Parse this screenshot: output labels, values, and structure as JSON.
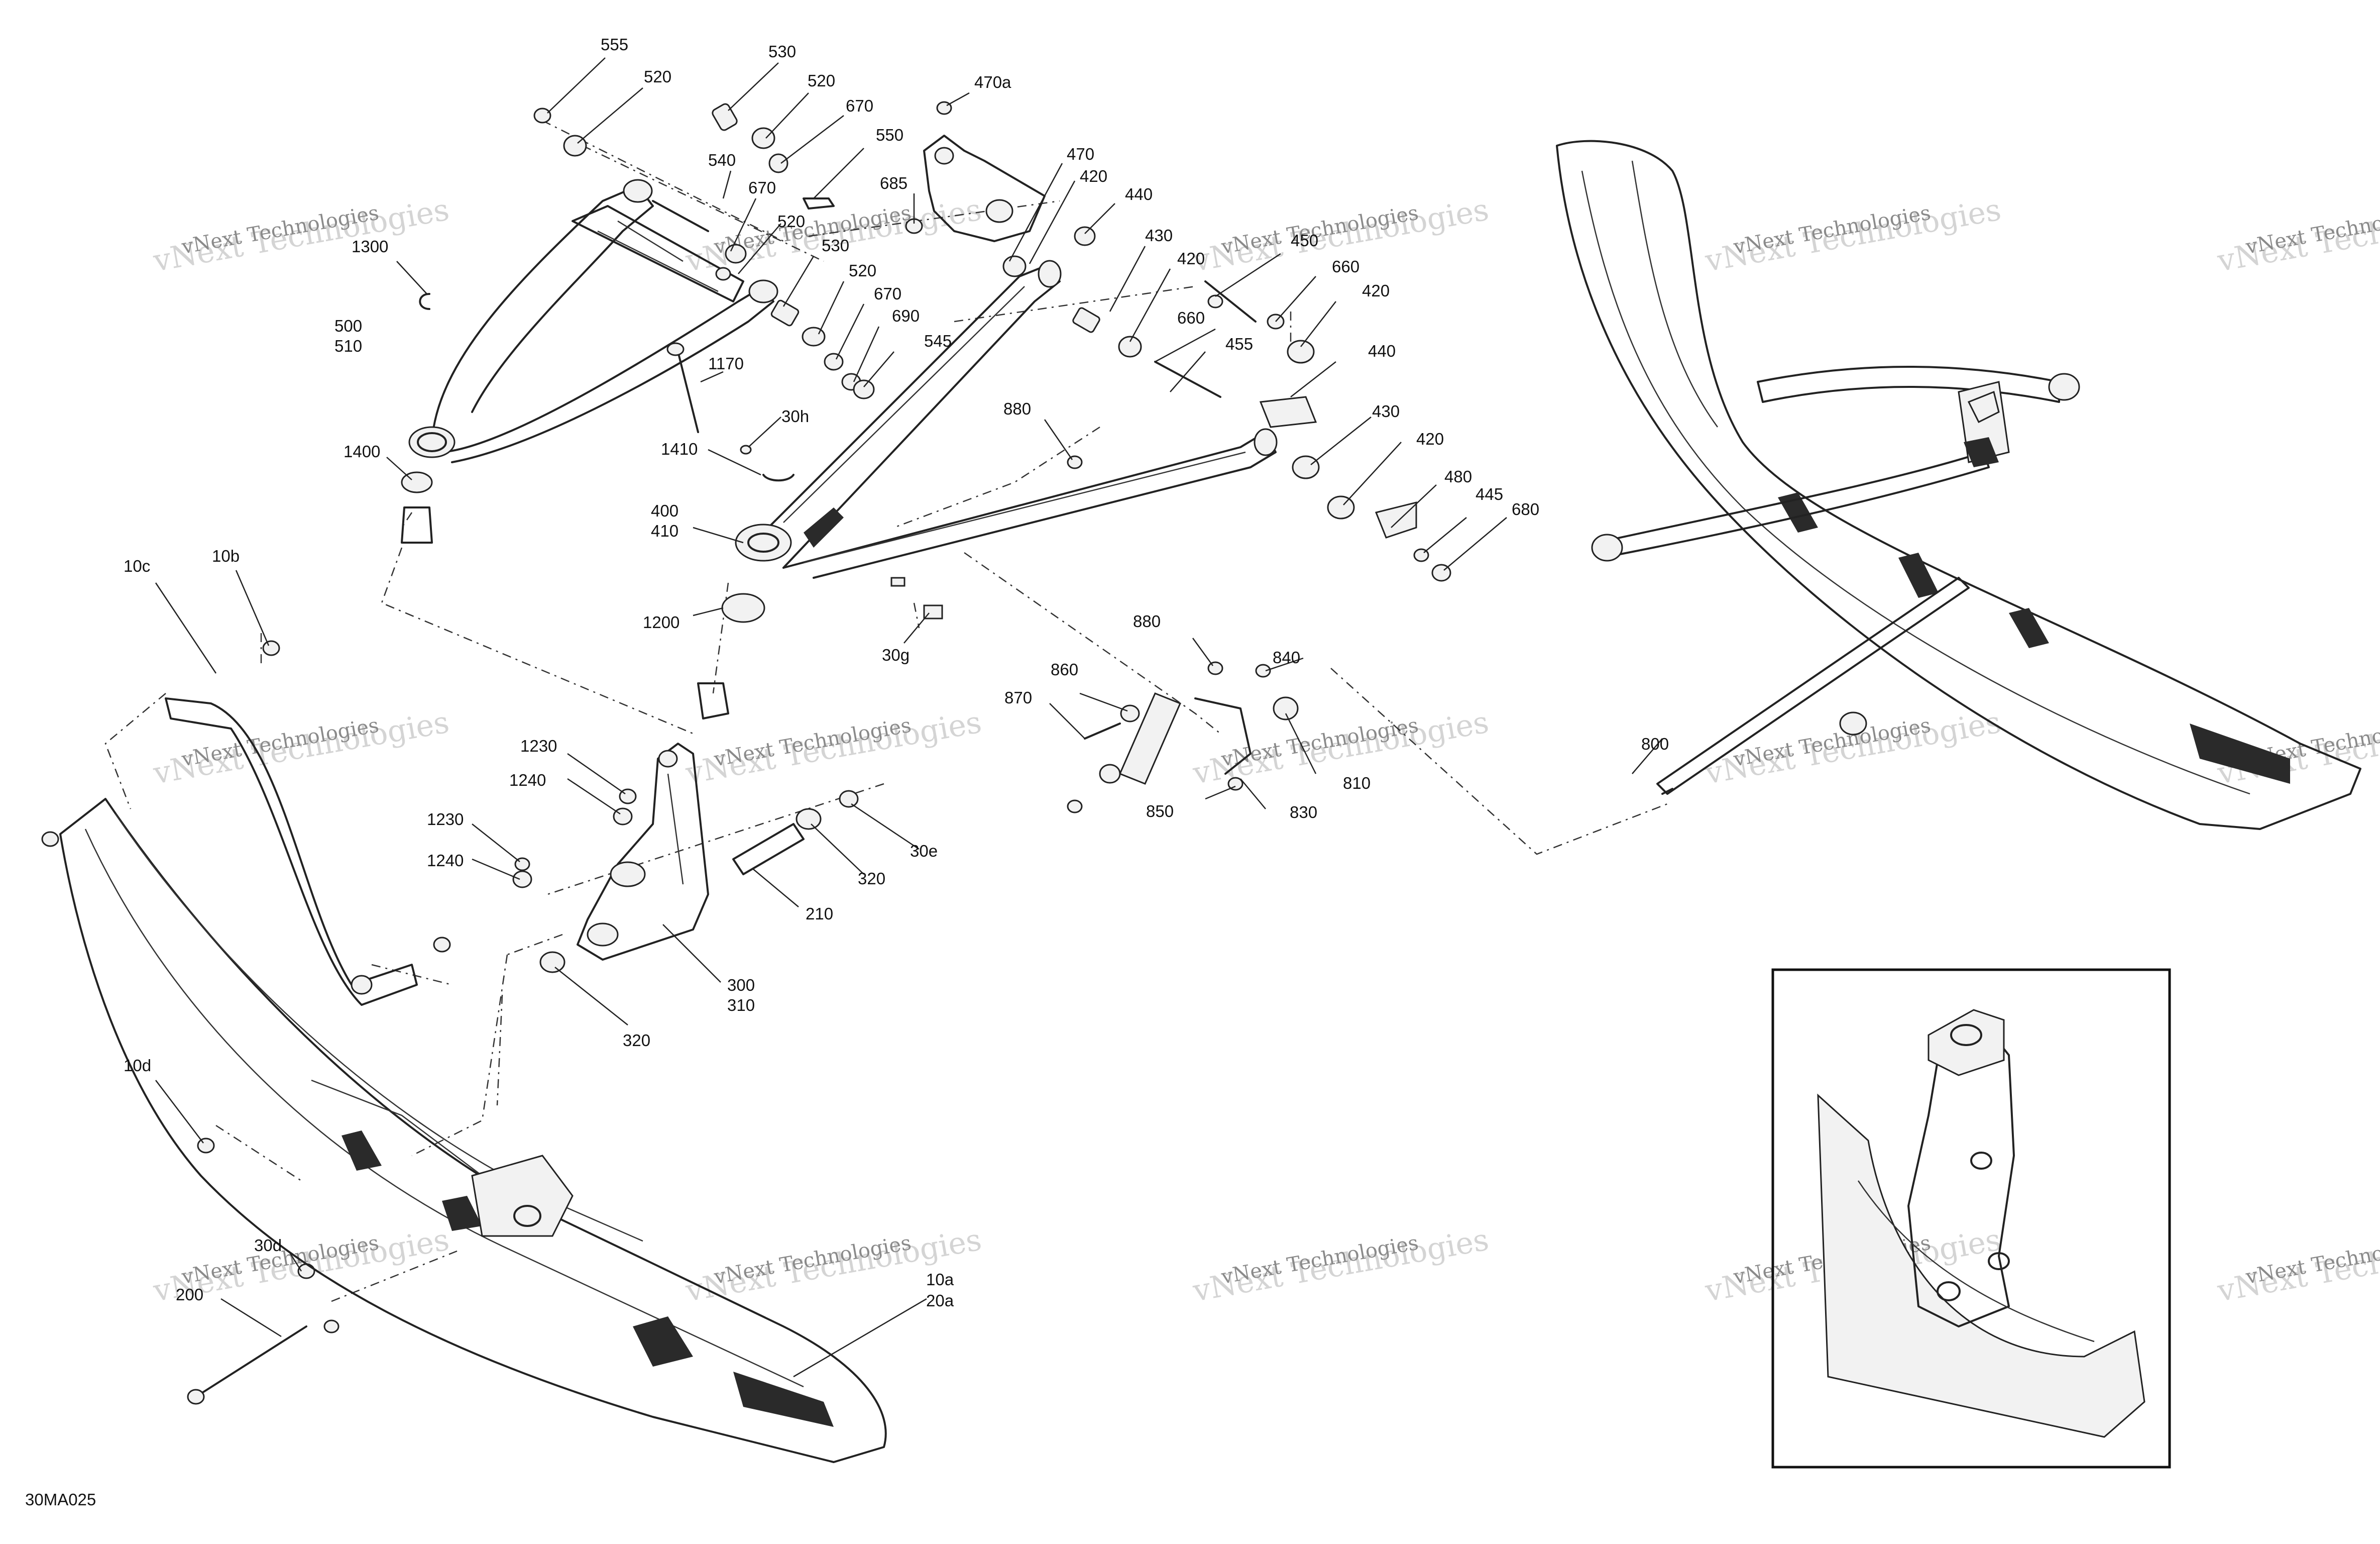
{
  "diagram_code": "30MA025",
  "watermark": {
    "line1": "vNext Technologies",
    "line2": "vNext Technologies"
  },
  "callouts": [
    {
      "id": "c555",
      "text": "555"
    },
    {
      "id": "c530a",
      "text": "530"
    },
    {
      "id": "c520a",
      "text": "520"
    },
    {
      "id": "c520b",
      "text": "520"
    },
    {
      "id": "c670a",
      "text": "670"
    },
    {
      "id": "c550",
      "text": "550"
    },
    {
      "id": "c470a",
      "text": "470a"
    },
    {
      "id": "c470",
      "text": "470"
    },
    {
      "id": "c540",
      "text": "540"
    },
    {
      "id": "c670b",
      "text": "670"
    },
    {
      "id": "c520c",
      "text": "520"
    },
    {
      "id": "c530b",
      "text": "530"
    },
    {
      "id": "c685",
      "text": "685"
    },
    {
      "id": "c420a",
      "text": "420"
    },
    {
      "id": "c440a",
      "text": "440"
    },
    {
      "id": "c430a",
      "text": "430"
    },
    {
      "id": "c450",
      "text": "450"
    },
    {
      "id": "c660a",
      "text": "660"
    },
    {
      "id": "c420b",
      "text": "420"
    },
    {
      "id": "c420c",
      "text": "420"
    },
    {
      "id": "c1300",
      "text": "1300"
    },
    {
      "id": "c520d",
      "text": "520"
    },
    {
      "id": "c670c",
      "text": "670"
    },
    {
      "id": "c690",
      "text": "690"
    },
    {
      "id": "c545",
      "text": "545"
    },
    {
      "id": "c660b",
      "text": "660"
    },
    {
      "id": "c455",
      "text": "455"
    },
    {
      "id": "c500",
      "text": "500"
    },
    {
      "id": "c510",
      "text": "510"
    },
    {
      "id": "c1170",
      "text": "1170"
    },
    {
      "id": "c440b",
      "text": "440"
    },
    {
      "id": "c30h",
      "text": "30h"
    },
    {
      "id": "c880a",
      "text": "880"
    },
    {
      "id": "c430b",
      "text": "430"
    },
    {
      "id": "c1410",
      "text": "1410"
    },
    {
      "id": "c1400",
      "text": "1400"
    },
    {
      "id": "c420d",
      "text": "420"
    },
    {
      "id": "c480",
      "text": "480"
    },
    {
      "id": "c445",
      "text": "445"
    },
    {
      "id": "c680",
      "text": "680"
    },
    {
      "id": "c400",
      "text": "400"
    },
    {
      "id": "c410",
      "text": "410"
    },
    {
      "id": "c10c",
      "text": "10c"
    },
    {
      "id": "c10b",
      "text": "10b"
    },
    {
      "id": "c1200",
      "text": "1200"
    },
    {
      "id": "c30g",
      "text": "30g"
    },
    {
      "id": "c880b",
      "text": "880"
    },
    {
      "id": "c840",
      "text": "840"
    },
    {
      "id": "c860",
      "text": "860"
    },
    {
      "id": "c870",
      "text": "870"
    },
    {
      "id": "c800",
      "text": "800"
    },
    {
      "id": "c1230a",
      "text": "1230"
    },
    {
      "id": "c1240a",
      "text": "1240"
    },
    {
      "id": "c810",
      "text": "810"
    },
    {
      "id": "c850",
      "text": "850"
    },
    {
      "id": "c830",
      "text": "830"
    },
    {
      "id": "c1230b",
      "text": "1230"
    },
    {
      "id": "c1240b",
      "text": "1240"
    },
    {
      "id": "c30e",
      "text": "30e"
    },
    {
      "id": "c320a",
      "text": "320"
    },
    {
      "id": "c210",
      "text": "210"
    },
    {
      "id": "c300",
      "text": "300"
    },
    {
      "id": "c310",
      "text": "310"
    },
    {
      "id": "c320b",
      "text": "320"
    },
    {
      "id": "c10d",
      "text": "10d"
    },
    {
      "id": "c30d",
      "text": "30d"
    },
    {
      "id": "c200",
      "text": "200"
    },
    {
      "id": "c10a",
      "text": "10a"
    },
    {
      "id": "c20a",
      "text": "20a"
    }
  ]
}
